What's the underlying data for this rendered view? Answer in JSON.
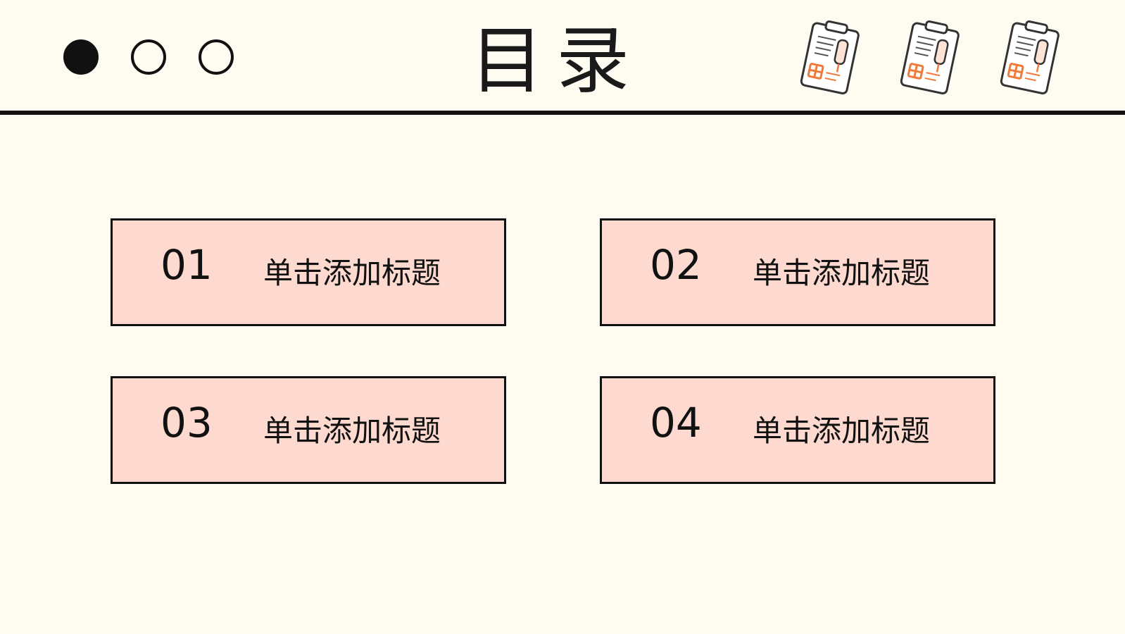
{
  "header": {
    "title": "目录",
    "pagination_dots": [
      {
        "state": "filled"
      },
      {
        "state": "outline"
      },
      {
        "state": "outline"
      }
    ],
    "decorative_icons": [
      "clipboard-medical-icon",
      "clipboard-medical-icon",
      "clipboard-medical-icon"
    ]
  },
  "cards": [
    {
      "number": "01",
      "label": "单击添加标题"
    },
    {
      "number": "02",
      "label": "单击添加标题"
    },
    {
      "number": "03",
      "label": "单击添加标题"
    },
    {
      "number": "04",
      "label": "单击添加标题"
    }
  ],
  "colors": {
    "background": "#fefbf0",
    "card_fill": "#fed9cf",
    "ink": "#111111",
    "icon_accent": "#f07a3a"
  }
}
